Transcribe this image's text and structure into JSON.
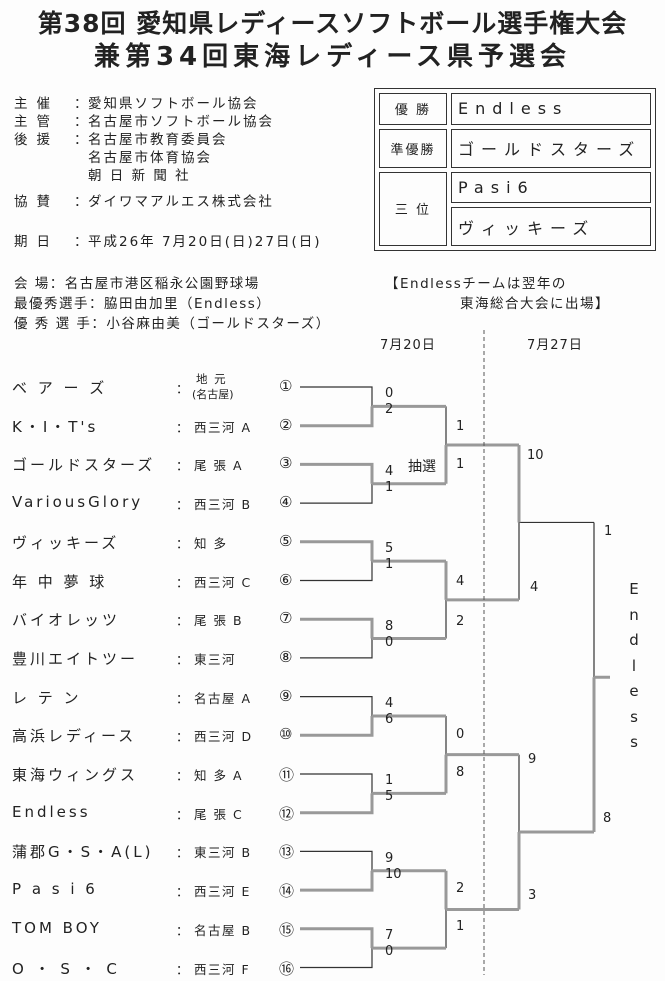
{
  "title_line1": "第38回 愛知県レディースソフトボール選手権大会",
  "title_line2": "兼第34回東海レディース県予選会",
  "organizers": [
    {
      "label": "主催",
      "sep": "：",
      "value": "愛知県ソフトボール協会"
    },
    {
      "label": "主管",
      "sep": "：",
      "value": "名古屋市ソフトボール協会"
    },
    {
      "label": "後援",
      "sep": "：",
      "value": "名古屋市教育委員会"
    },
    {
      "label": "",
      "sep": "",
      "value": "名古屋市体育協会"
    },
    {
      "label": "",
      "sep": "",
      "value": "朝 日 新 聞 社"
    },
    {
      "label": "協賛",
      "sep": "：",
      "value": "ダイワマアルエス株式会社"
    },
    {
      "label": "期日",
      "sep": "：",
      "value": "平成26年 7月20日(日)27日(日)"
    }
  ],
  "results": {
    "champion_label": "優 勝",
    "champion": "Endless",
    "runner_up_label": "準優勝",
    "runner_up": "ゴールドスターズ",
    "third_label": "三 位",
    "third": [
      "Pasi6",
      "ヴィッキーズ"
    ]
  },
  "venue": "会 場：名古屋市港区稲永公園野球場",
  "mvp": "最優秀選手：脇田由加里（Endless）",
  "excellent": "優 秀 選 手：小谷麻由美（ゴールドスターズ）",
  "note_line1": "【Endlessチームは翌年の",
  "note_line2": "東海総合大会に出場】",
  "dates": [
    "7月20日",
    "7月27日"
  ],
  "teams": [
    {
      "name": "ベ ア ー ズ",
      "region": "地 元",
      "region2": "(名古屋)",
      "num": "①"
    },
    {
      "name": "K・I・T's",
      "region": "西三河 A",
      "num": "②"
    },
    {
      "name": "ゴールドスターズ",
      "region": "尾 張 A",
      "num": "③"
    },
    {
      "name": "VariousGlory",
      "region": "西三河 B",
      "num": "④"
    },
    {
      "name": "ヴィッキーズ",
      "region": "知 多",
      "num": "⑤"
    },
    {
      "name": "年 中 夢 球",
      "region": "西三河 C",
      "num": "⑥"
    },
    {
      "name": "バイオレッツ",
      "region": "尾 張 B",
      "num": "⑦"
    },
    {
      "name": "豊川エイトツー",
      "region": "東三河",
      "num": "⑧"
    },
    {
      "name": "レ テ ン",
      "region": "名古屋 A",
      "num": "⑨"
    },
    {
      "name": "高浜レディース",
      "region": "西三河 D",
      "num": "⑩"
    },
    {
      "name": "東海ウィングス",
      "region": "知 多 A",
      "num": "⑪"
    },
    {
      "name": "Endless",
      "region": "尾 張 C",
      "num": "⑫"
    },
    {
      "name": "蒲郡G・S・A(L)",
      "region": "東三河 B",
      "num": "⑬"
    },
    {
      "name": "P a s i 6",
      "region": "西三河 E",
      "num": "⑭"
    },
    {
      "name": "TOM BOY",
      "region": "名古屋 B",
      "num": "⑮"
    },
    {
      "name": "O ・ S ・ C",
      "region": "西三河 F",
      "num": "⑯"
    }
  ],
  "r1_scores": [
    "0",
    "2",
    "4",
    "1",
    "5",
    "1",
    "8",
    "0",
    "4",
    "6",
    "1",
    "5",
    "9",
    "10",
    "7",
    "0"
  ],
  "r2_scores": [
    "1",
    "1",
    "4",
    "2",
    "0",
    "8",
    "2",
    "1"
  ],
  "lottery": "抽選",
  "r3_scores": [
    "10",
    "4",
    "9",
    "3"
  ],
  "final_scores": [
    "1",
    "8"
  ],
  "champion_vertical": [
    "E",
    "n",
    "d",
    "l",
    "e",
    "s",
    "s"
  ]
}
